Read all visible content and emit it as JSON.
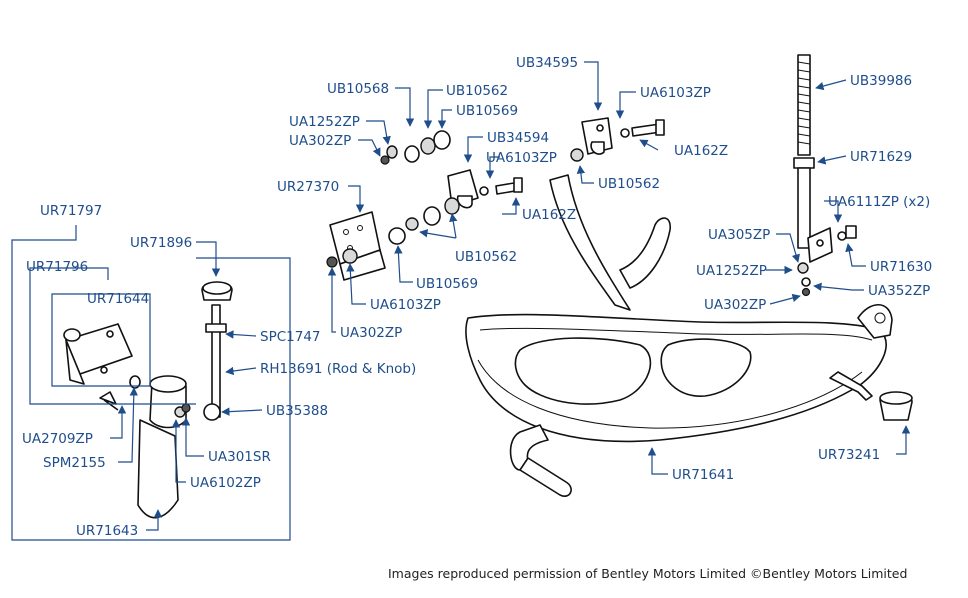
{
  "diagram": {
    "labels": [
      {
        "id": "ub34595",
        "text": "UB34595"
      },
      {
        "id": "ua6103zp_top",
        "text": "UA6103ZP"
      },
      {
        "id": "ub39986",
        "text": "UB39986"
      },
      {
        "id": "ub10568",
        "text": "UB10568"
      },
      {
        "id": "ub10562_top",
        "text": "UB10562"
      },
      {
        "id": "ub10569_top",
        "text": "UB10569"
      },
      {
        "id": "ua1252zp_left",
        "text": "UA1252ZP"
      },
      {
        "id": "ub34594",
        "text": "UB34594"
      },
      {
        "id": "ua302zp_top",
        "text": "UA302ZP"
      },
      {
        "id": "ua162z_top",
        "text": "UA162Z"
      },
      {
        "id": "ua6103zp_mid",
        "text": "UA6103ZP"
      },
      {
        "id": "ur71629",
        "text": "UR71629"
      },
      {
        "id": "ub10562_mid",
        "text": "UB10562"
      },
      {
        "id": "ur27370",
        "text": "UR27370"
      },
      {
        "id": "ua162z_mid",
        "text": "UA162Z"
      },
      {
        "id": "ua6111zp",
        "text": "UA6111ZP (x2)"
      },
      {
        "id": "ur71797",
        "text": "UR71797"
      },
      {
        "id": "ua305zp",
        "text": "UA305ZP"
      },
      {
        "id": "ur71896",
        "text": "UR71896"
      },
      {
        "id": "ub10562_low",
        "text": "UB10562"
      },
      {
        "id": "ur71630",
        "text": "UR71630"
      },
      {
        "id": "ur71796",
        "text": "UR71796"
      },
      {
        "id": "ua1252zp_right",
        "text": "UA1252ZP"
      },
      {
        "id": "ub10569_low",
        "text": "UB10569"
      },
      {
        "id": "ua352zp",
        "text": "UA352ZP"
      },
      {
        "id": "ur71644",
        "text": "UR71644"
      },
      {
        "id": "ua6103zp_low",
        "text": "UA6103ZP"
      },
      {
        "id": "ua302zp_right",
        "text": "UA302ZP"
      },
      {
        "id": "spc1747",
        "text": "SPC1747"
      },
      {
        "id": "ua302zp_low",
        "text": "UA302ZP"
      },
      {
        "id": "rh13691",
        "text": "RH13691 (Rod & Knob)"
      },
      {
        "id": "ub35388",
        "text": "UB35388"
      },
      {
        "id": "ua2709zp",
        "text": "UA2709ZP"
      },
      {
        "id": "ua301sr",
        "text": "UA301SR"
      },
      {
        "id": "spm2155",
        "text": "SPM2155"
      },
      {
        "id": "ur73241",
        "text": "UR73241"
      },
      {
        "id": "ur71641",
        "text": "UR71641"
      },
      {
        "id": "ua6102zp",
        "text": "UA6102ZP"
      },
      {
        "id": "ur71643",
        "text": "UR71643"
      }
    ]
  },
  "credit": "Images reproduced permission of Bentley Motors Limited ©Bentley Motors Limited",
  "colors": {
    "label": "#1f4e8c",
    "linework": "#111111",
    "background": "#ffffff"
  }
}
